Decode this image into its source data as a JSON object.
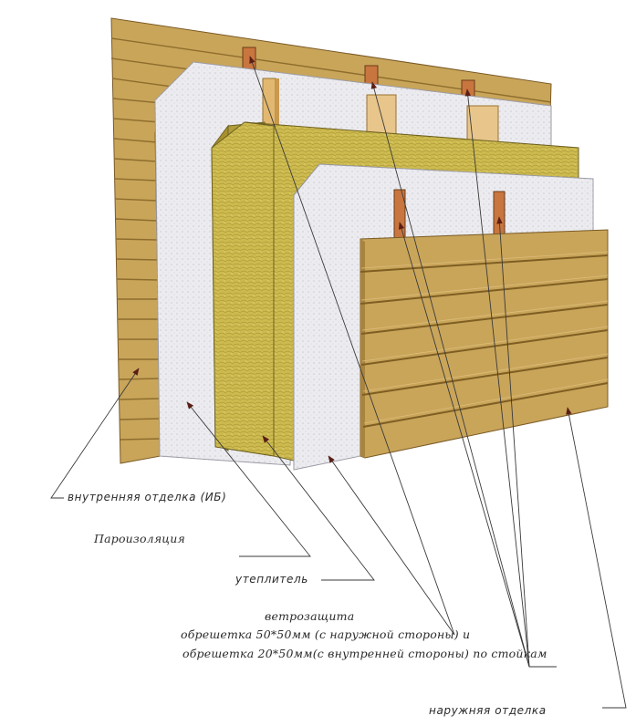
{
  "labels": {
    "inner_finish": "внутренняя отделка (ИБ)",
    "vapor_barrier": "Пароизоляция",
    "insulation": "утеплитель",
    "wind_barrier": "ветрозащита",
    "battens_outer": "обрешетка 50*50мм (с наружной стороны) и",
    "battens_inner": "обрешетка 20*50мм(с внутренней стороны) по стойкам",
    "outer_finish": "наружняя отделка"
  },
  "colors": {
    "wood": "#c9a55a",
    "wood_dark": "#a9843c",
    "membrane": "#ececf0",
    "insulation": "#c9b84e",
    "stud": "#e2b870",
    "leader": "#6b2a1f"
  }
}
